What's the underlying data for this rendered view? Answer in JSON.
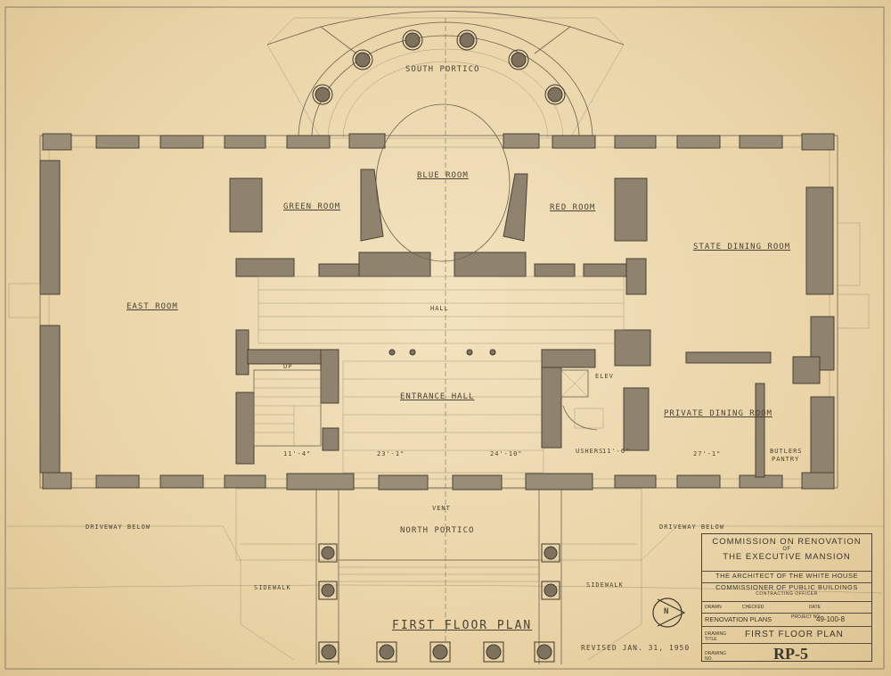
{
  "rooms": {
    "south_portico": "SOUTH PORTICO",
    "blue_room": "BLUE ROOM",
    "green_room": "GREEN ROOM",
    "red_room": "RED ROOM",
    "state_dining_room": "STATE DINING ROOM",
    "east_room": "EAST ROOM",
    "hall": "HALL",
    "entrance_hall": "ENTRANCE HALL",
    "private_dining_room": "PRIVATE DINING ROOM",
    "ushers": "USHERS",
    "butlers_pantry_line1": "BUTLERS",
    "butlers_pantry_line2": "PANTRY",
    "north_portico": "NORTH PORTICO",
    "elev": "ELEV",
    "vent": "VENT",
    "up": "UP"
  },
  "site": {
    "driveway_left": "DRIVEWAY BELOW",
    "driveway_right": "DRIVEWAY BELOW",
    "sidewalk_left": "SIDEWALK",
    "sidewalk_right": "SIDEWALK"
  },
  "dimensions": {
    "d1": "11'-4\"",
    "d2": "23'-1\"",
    "d3": "24'-10\"",
    "d4": "11'-6\"",
    "d5": "27'-1\""
  },
  "drawing_title": "FIRST FLOOR PLAN",
  "revised": "REVISED JAN. 31, 1950",
  "north_arrow": "N",
  "title_block": {
    "line1": "COMMISSION ON RENOVATION",
    "line1b": "OF",
    "line2": "THE EXECUTIVE MANSION",
    "line3": "THE ARCHITECT OF THE WHITE HOUSE",
    "line4": "COMMISSIONER OF PUBLIC BUILDINGS",
    "line4b": "CONTRACTING OFFICER",
    "drawn": "DRAWN",
    "checked": "CHECKED",
    "date": "DATE",
    "set": "RENOVATION PLANS",
    "project_label": "PROJECT NO.",
    "project_no": "49-100-8",
    "drawing_title_label": "DRAWING TITLE",
    "drawing_title": "FIRST FLOOR PLAN",
    "drawing_no_label": "DRAWING NO.",
    "drawing_no": "RP-5"
  }
}
